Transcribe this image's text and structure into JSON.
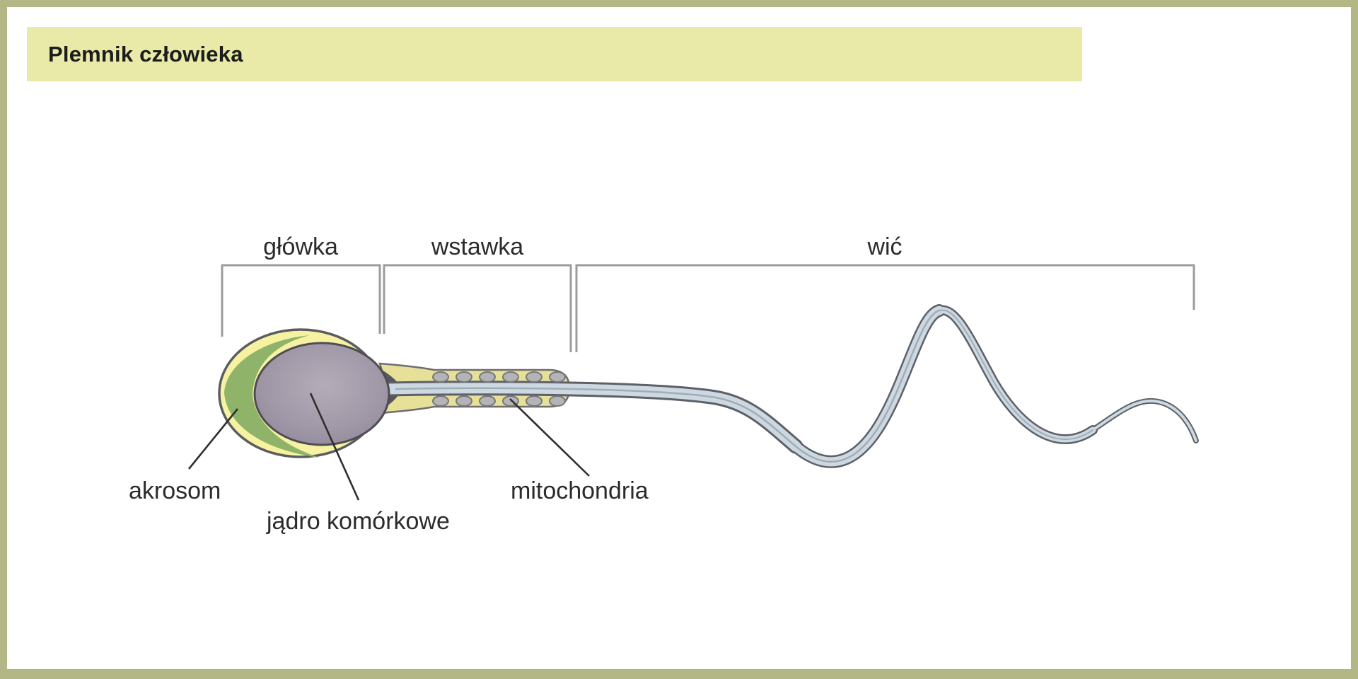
{
  "title": "Plemnik człowieka",
  "colors": {
    "frame_olive": "#b3b685",
    "title_bar_yellow": "#e9e9a8",
    "text_dark": "#1c1c1c",
    "label_dark": "#2b2b2b",
    "bracket_gray": "#9c9c9c",
    "head_yellow": "#f6f2a2",
    "acrosome_green": "#8fb469",
    "nucleus_purple": "#9a92a3",
    "midpiece_yellow": "#e6e099",
    "mitochondria_gray": "#b4b4b6",
    "tail_blue": "#ccd8e2",
    "outline_gray": "#5b5c60"
  },
  "diagram": {
    "region_labels": [
      {
        "id": "glowka",
        "label": "główka"
      },
      {
        "id": "wstawka",
        "label": "wstawka"
      },
      {
        "id": "wic",
        "label": "wić"
      }
    ],
    "part_labels": [
      {
        "id": "akrosom",
        "label": "akrosom"
      },
      {
        "id": "jadro-komorkowe",
        "label": "jądro komórkowe"
      },
      {
        "id": "mitochondria",
        "label": "mitochondria"
      }
    ]
  }
}
